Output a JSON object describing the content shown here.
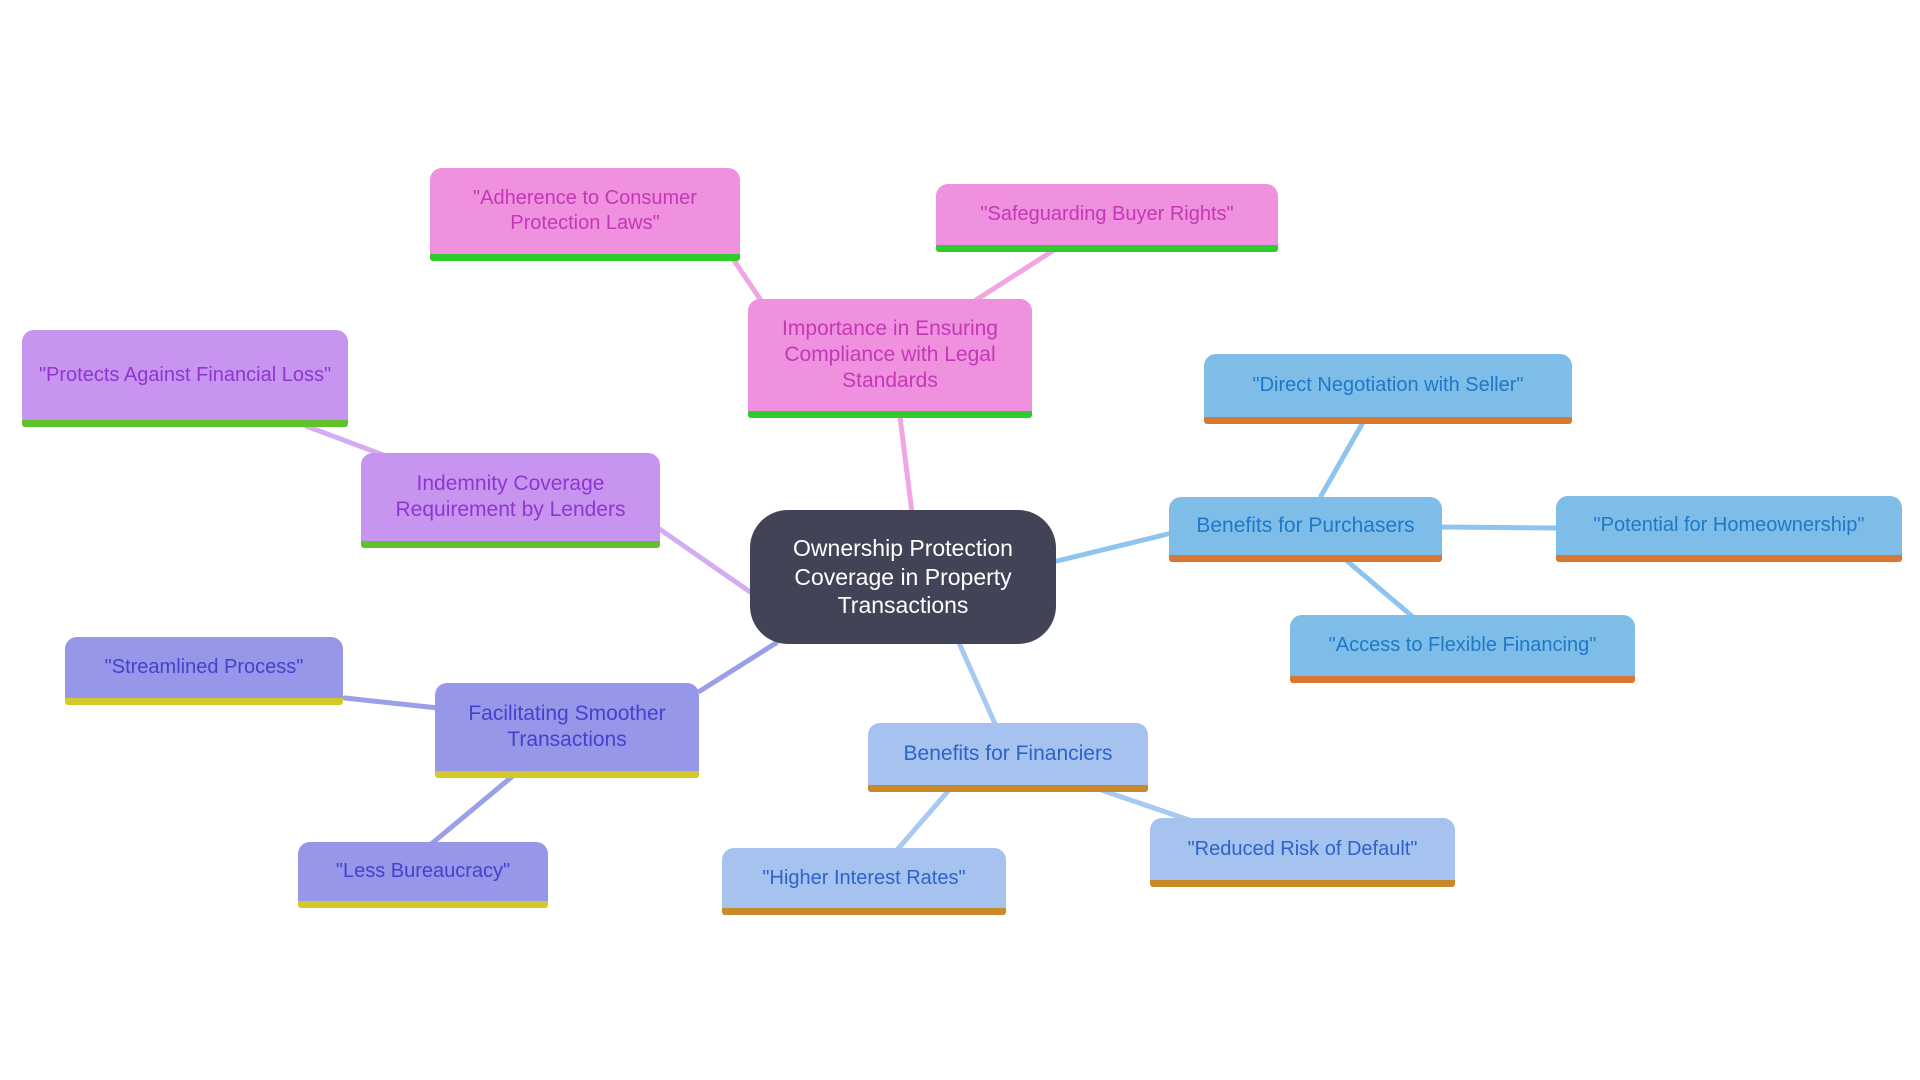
{
  "canvas": {
    "background": "#ffffff"
  },
  "root": {
    "label": "Ownership Protection Coverage in Property Transactions",
    "colors": {
      "fill": "#414457",
      "text": "#ffffff"
    }
  },
  "branches": [
    {
      "name": "legal-compliance",
      "label": "Importance in Ensuring Compliance with Legal Standards",
      "colors": {
        "fill": "#ef91de",
        "text": "#c338b5",
        "underline": "#2ecb2e",
        "edge": "#f0a6e3"
      },
      "children": [
        {
          "label": "\"Adherence to Consumer Protection Laws\""
        },
        {
          "label": "\"Safeguarding Buyer Rights\""
        }
      ]
    },
    {
      "name": "indemnity-coverage",
      "label": "Indemnity Coverage Requirement by Lenders",
      "colors": {
        "fill": "#c795ef",
        "text": "#8f35d0",
        "underline": "#5fc22b",
        "edge": "#d5abf2"
      },
      "children": [
        {
          "label": "\"Protects Against Financial Loss\""
        }
      ]
    },
    {
      "name": "benefits-purchasers",
      "label": "Benefits for Purchasers",
      "colors": {
        "fill": "#7fbde9",
        "text": "#1d79c7",
        "underline": "#d8772f",
        "edge": "#8ec4ee"
      },
      "children": [
        {
          "label": "\"Direct Negotiation with Seller\""
        },
        {
          "label": "\"Potential for Homeownership\""
        },
        {
          "label": "\"Access to Flexible Financing\""
        }
      ]
    },
    {
      "name": "smoother-transactions",
      "label": "Facilitating Smoother Transactions",
      "colors": {
        "fill": "#9697e8",
        "text": "#4442cd",
        "underline": "#d3ca2a",
        "edge": "#9aa0e8"
      },
      "children": [
        {
          "label": "\"Streamlined Process\""
        },
        {
          "label": "\"Less Bureaucracy\""
        }
      ]
    },
    {
      "name": "benefits-financiers",
      "label": "Benefits for Financiers",
      "colors": {
        "fill": "#a6c3f0",
        "text": "#2c63c9",
        "underline": "#c8892b",
        "edge": "#a8c9f2"
      },
      "children": [
        {
          "label": "\"Higher Interest Rates\""
        },
        {
          "label": "\"Reduced Risk of Default\""
        }
      ]
    }
  ]
}
